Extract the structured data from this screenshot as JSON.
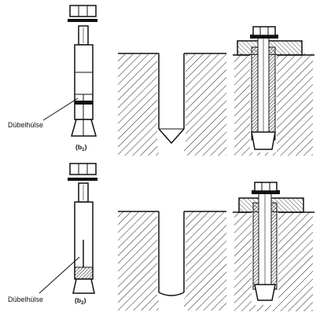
{
  "labels": {
    "sleeve_top": "Dübelhülse",
    "sleeve_bottom": "Dübelhülse",
    "fig_b1_main": "(b",
    "fig_b1_index": "1",
    "fig_b1_close": ")",
    "fig_b2_main": "(b",
    "fig_b2_index": "2",
    "fig_b2_close": ")"
  }
}
